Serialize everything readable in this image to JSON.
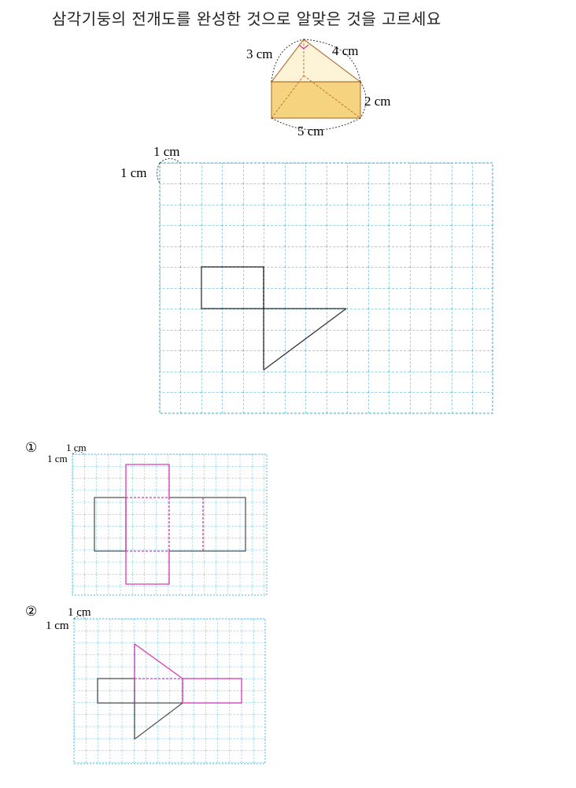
{
  "question": "삼각기둥의 전개도를 완성한 것으로 알맞은 것을 고르세요",
  "prism": {
    "label_left_edge": "3 cm",
    "label_right_edge": "4 cm",
    "label_height": "2 cm",
    "label_base": "5 cm"
  },
  "main_grid": {
    "unit_label_top": "1 cm",
    "unit_label_left": "1 cm"
  },
  "choices": [
    {
      "marker": "①",
      "unit_label_top": "1 cm",
      "unit_label_left": "1 cm"
    },
    {
      "marker": "②",
      "unit_label_top": "1 cm",
      "unit_label_left": "1 cm"
    }
  ],
  "colors": {
    "grid": "#3aa6c8",
    "outline": "#333333",
    "highlight": "#d63ab0",
    "prism_face": "#f6d37e",
    "prism_edge": "#b8783a"
  }
}
